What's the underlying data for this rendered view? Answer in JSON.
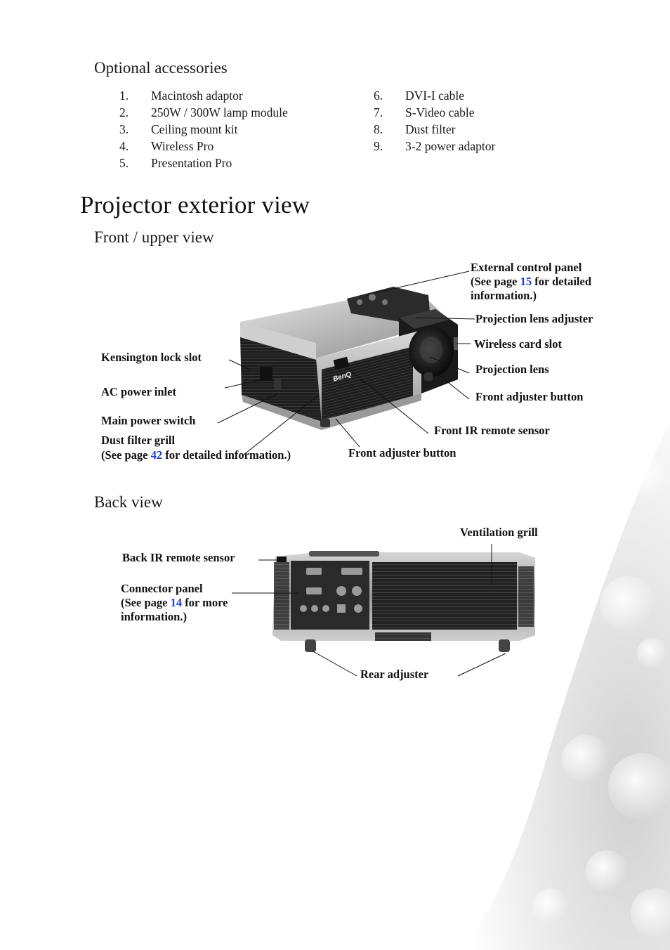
{
  "sections": {
    "optional_accessories": "Optional accessories",
    "exterior_view": "Projector exterior view",
    "front_upper_view": "Front / upper view",
    "back_view": "Back view"
  },
  "accessories": [
    {
      "num": "1.",
      "text": "Macintosh adaptor"
    },
    {
      "num": "2.",
      "text": "250W / 300W lamp module"
    },
    {
      "num": "3.",
      "text": "Ceiling mount kit"
    },
    {
      "num": "4.",
      "text": "Wireless Pro"
    },
    {
      "num": "5.",
      "text": "Presentation Pro"
    },
    {
      "num": "6.",
      "text": "DVI-I cable"
    },
    {
      "num": "7.",
      "text": "S-Video cable"
    },
    {
      "num": "8.",
      "text": "Dust filter"
    },
    {
      "num": "9.",
      "text": "3-2 power adaptor"
    }
  ],
  "front_callouts": {
    "external_control_panel": "External control panel",
    "see_page_a": "(See page ",
    "page_15": "15",
    "for_detailed": " for detailed",
    "information_close": "information.)",
    "projection_lens_adjuster": "Projection lens adjuster",
    "wireless_card_slot": "Wireless card slot",
    "projection_lens": "Projection lens",
    "front_adjuster_button_right": "Front adjuster button",
    "front_ir_remote_sensor": "Front IR remote sensor",
    "front_adjuster_button_bottom": "Front adjuster button",
    "kensington_lock_slot": "Kensington lock slot",
    "ac_power_inlet": "AC power inlet",
    "main_power_switch": "Main power switch",
    "dust_filter_grill": "Dust filter grill",
    "see_page_b": "(See page ",
    "page_42": "42",
    "for_detailed_information": " for detailed information.)"
  },
  "back_callouts": {
    "ventilation_grill": "Ventilation grill",
    "back_ir_remote_sensor": "Back IR remote sensor",
    "connector_panel": "Connector panel",
    "see_page_c": "(See page ",
    "page_14": "14",
    "for_more": " for more",
    "information": "information.)",
    "rear_adjuster": "Rear adjuster"
  },
  "product_brand": "BenQ",
  "colors": {
    "link": "#1a3fd8",
    "text": "#111111"
  }
}
